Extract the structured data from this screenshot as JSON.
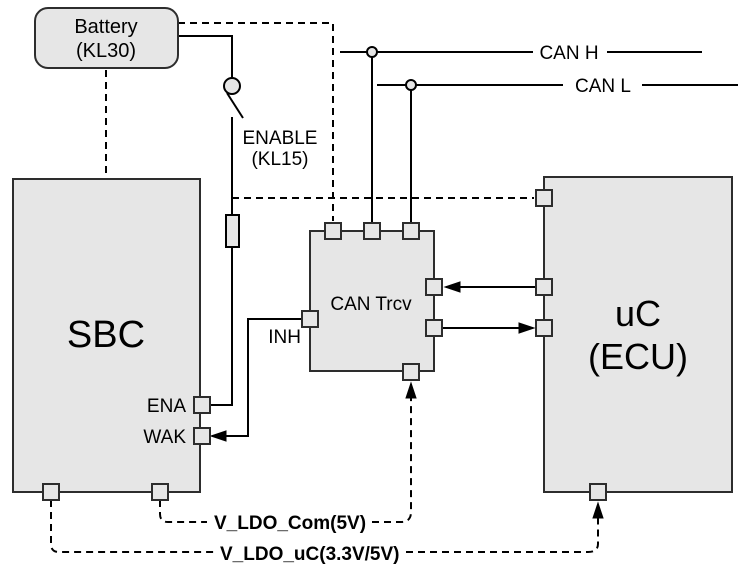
{
  "colors": {
    "bg": "#ffffff",
    "blockFill": "#e6e6e6",
    "blockStroke": "#2d2d2d",
    "wire": "#000000",
    "text": "#000000"
  },
  "blocks": {
    "battery": {
      "line1": "Battery",
      "line2": "(KL30)"
    },
    "sbc": {
      "label": "SBC"
    },
    "can_transceiver": {
      "label": "CAN Trcv"
    },
    "microcontroller": {
      "line1": "uC",
      "line2": "(ECU)"
    }
  },
  "signals": {
    "can_h": "CAN H",
    "can_l": "CAN L",
    "enable_line1": "ENABLE",
    "enable_line2": "(KL15)",
    "inh": "INH",
    "ena": "ENA",
    "wak": "WAK",
    "v_ldo_com": "V_LDO_Com(5V)",
    "v_ldo_uc": "V_LDO_uC(3.3V/5V)"
  }
}
